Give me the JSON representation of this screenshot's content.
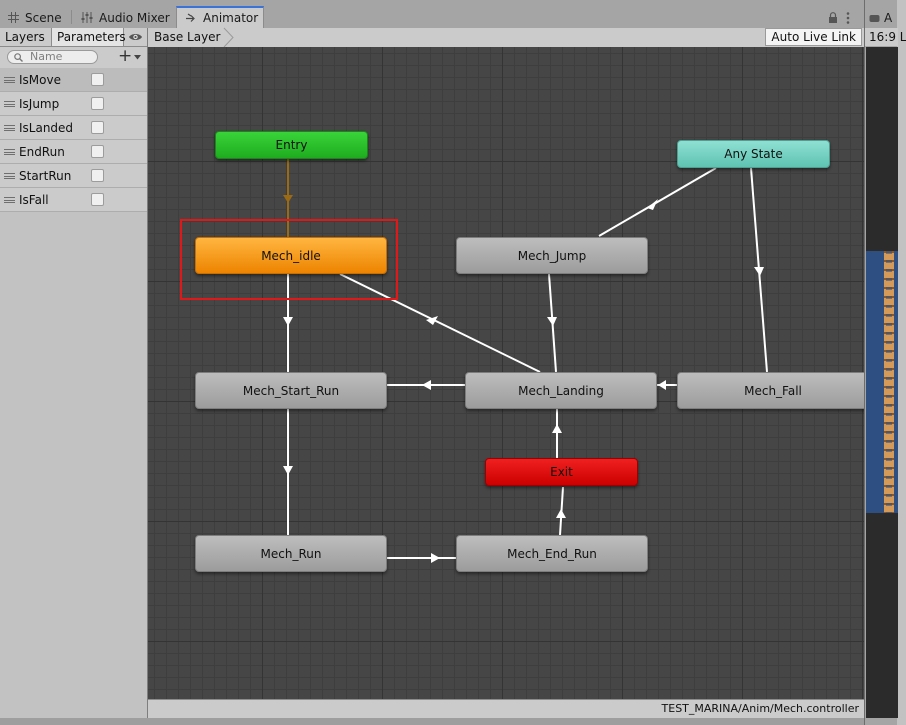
{
  "tabs": [
    {
      "label": "Scene",
      "icon": "grid-icon"
    },
    {
      "label": "Audio Mixer",
      "icon": "mixer-icon"
    },
    {
      "label": "Animator",
      "icon": "animator-icon",
      "active": true
    }
  ],
  "left_panel": {
    "tabs": [
      {
        "label": "Layers"
      },
      {
        "label": "Parameters",
        "active": true
      }
    ],
    "search_placeholder": "Name",
    "add_label": "+",
    "parameters": [
      {
        "name": "IsMove",
        "checked": false,
        "selected": true
      },
      {
        "name": "IsJump",
        "checked": false
      },
      {
        "name": "IsLanded",
        "checked": false
      },
      {
        "name": "EndRun",
        "checked": false
      },
      {
        "name": "StartRun",
        "checked": false
      },
      {
        "name": "IsFall",
        "checked": false
      }
    ]
  },
  "breadcrumb": {
    "label": "Base Layer"
  },
  "toolbar": {
    "auto_live_link": "Auto Live Link"
  },
  "graph": {
    "states": [
      {
        "id": "entry",
        "label": "Entry",
        "kind": "entry"
      },
      {
        "id": "any",
        "label": "Any State",
        "kind": "any"
      },
      {
        "id": "idle",
        "label": "Mech_idle",
        "kind": "default",
        "selected": true
      },
      {
        "id": "jump",
        "label": "Mech_Jump",
        "kind": "state"
      },
      {
        "id": "startrun",
        "label": "Mech_Start_Run",
        "kind": "state"
      },
      {
        "id": "landing",
        "label": "Mech_Landing",
        "kind": "state"
      },
      {
        "id": "fall",
        "label": "Mech_Fall",
        "kind": "state"
      },
      {
        "id": "exit",
        "label": "Exit",
        "kind": "exit"
      },
      {
        "id": "run",
        "label": "Mech_Run",
        "kind": "state"
      },
      {
        "id": "endrun",
        "label": "Mech_End_Run",
        "kind": "state"
      }
    ],
    "transitions": [
      {
        "from": "entry",
        "to": "idle",
        "default": true
      },
      {
        "from": "any",
        "to": "jump"
      },
      {
        "from": "any",
        "to": "fall"
      },
      {
        "from": "idle",
        "to": "startrun"
      },
      {
        "from": "landing",
        "to": "idle"
      },
      {
        "from": "jump",
        "to": "landing"
      },
      {
        "from": "fall",
        "to": "landing"
      },
      {
        "from": "landing",
        "to": "startrun"
      },
      {
        "from": "landing",
        "to": "exit"
      },
      {
        "from": "startrun",
        "to": "run"
      },
      {
        "from": "run",
        "to": "endrun"
      },
      {
        "from": "endrun",
        "to": "exit"
      }
    ]
  },
  "status": {
    "path": "TEST_MARINA/Anim/Mech.controller"
  },
  "right_panel": {
    "tab_label": "A",
    "aspect_label": "16:9 L"
  },
  "colors": {
    "tab_accent": "#3a72d8",
    "entry": "#22c022",
    "any_state": "#6fcebf",
    "default_state": "#f5961a",
    "exit": "#e00a0a",
    "state": "#a8a8a8",
    "selection": "#e01818",
    "default_link": "#9a6a14",
    "link": "#ffffff"
  }
}
